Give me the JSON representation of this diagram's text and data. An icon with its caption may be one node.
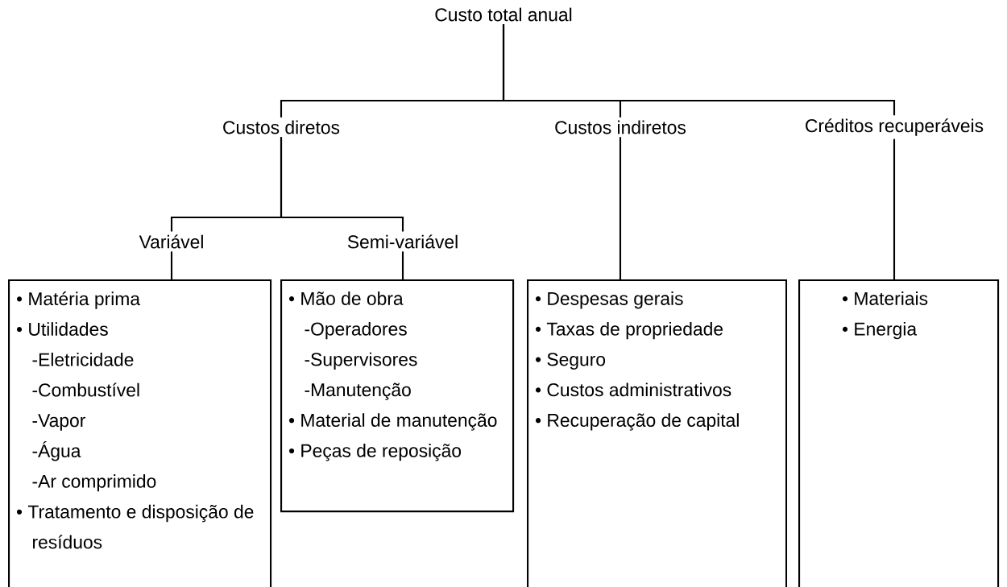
{
  "diagram": {
    "nodes": [
      {
        "text": [
          "Custo total anual"
        ]
      },
      {
        "text": [
          "Custos diretos"
        ]
      },
      {
        "text": [
          "Custos indiretos"
        ]
      },
      {
        "text": [
          "Créditos recuperáveis"
        ]
      },
      {
        "text": [
          "Variável"
        ]
      },
      {
        "text": [
          "Semi-variável"
        ]
      },
      {
        "text": [
          "• Matéria prima",
          "• Utilidades",
          "-Eletricidade",
          "-Combustível",
          "-Vapor",
          "-Água",
          "-Ar comprimido",
          "• Tratamento e disposição de resíduos"
        ]
      },
      {
        "text": [
          "• Mão de obra",
          "-Operadores",
          "-Supervisores",
          "-Manutenção",
          "• Material de manutenção",
          "• Peças de reposição"
        ]
      },
      {
        "text": [
          "• Despesas gerais",
          "• Taxas de propriedade",
          "• Seguro",
          "• Custos administrativos",
          "• Recuperação de capital"
        ]
      },
      {
        "text": [
          "• Materiais",
          "• Energia"
        ]
      }
    ],
    "edges": [
      {
        "from": 0,
        "to": 1,
        "arrow": "none"
      },
      {
        "from": 0,
        "to": 2,
        "arrow": "none"
      },
      {
        "from": 0,
        "to": 3,
        "arrow": "none"
      },
      {
        "from": 1,
        "to": 4,
        "arrow": "none"
      },
      {
        "from": 1,
        "to": 5,
        "arrow": "none"
      },
      {
        "from": 4,
        "to": 6,
        "arrow": "none"
      },
      {
        "from": 5,
        "to": 7,
        "arrow": "none"
      },
      {
        "from": 2,
        "to": 8,
        "arrow": "none"
      },
      {
        "from": 3,
        "to": 9,
        "arrow": "none"
      }
    ]
  }
}
